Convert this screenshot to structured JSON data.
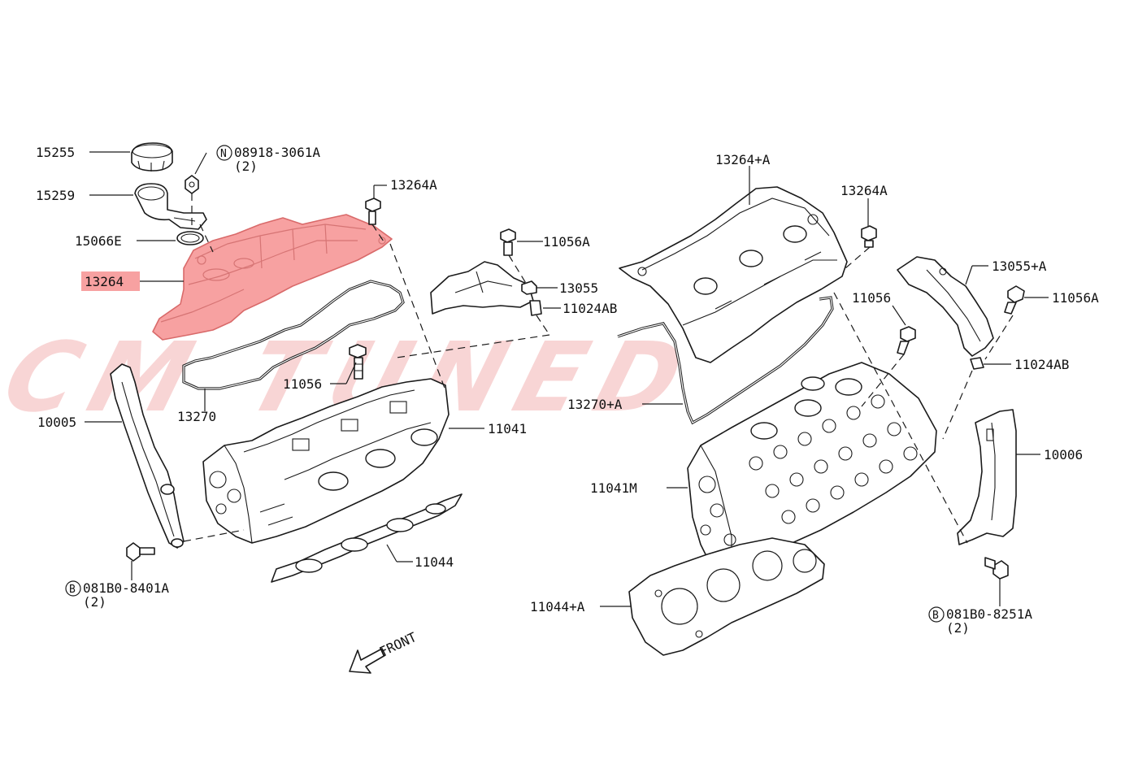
{
  "watermark": {
    "logo_text": "SCM TUNED",
    "color": "#f3b3b3"
  },
  "highlight": {
    "color": "#f7a1a1",
    "label_bg": "#f7a1a1",
    "part": "13264"
  },
  "callouts": {
    "c15255": "15255",
    "c08918_main": "08918-3061A",
    "c08918_qty": "(2)",
    "c15259": "15259",
    "c13264A_left": "13264A",
    "c15066E": "15066E",
    "c13264": "13264",
    "c11056A_left": "11056A",
    "c13055": "13055",
    "c11024AB_left": "11024AB",
    "c11056_left": "11056",
    "c13270": "13270",
    "c10005": "10005",
    "c11041": "11041",
    "c11044": "11044",
    "c081B0_8401_main": "081B0-8401A",
    "c081B0_8401_qty": "(2)",
    "front": "FRONT",
    "c13264pA": "13264+A",
    "c13264A_right": "13264A",
    "c13055pA": "13055+A",
    "c11056_right": "11056",
    "c11056A_right": "11056A",
    "c11024AB_right": "11024AB",
    "c13270pA": "13270+A",
    "c10006": "10006",
    "c11041M": "11041M",
    "c11044pA": "11044+A",
    "c081B0_8251_main": "081B0-8251A",
    "c081B0_8251_qty": "(2)"
  },
  "symbols": {
    "n_symbol": "N",
    "b_symbol_left": "B",
    "b_symbol_right": "B"
  }
}
